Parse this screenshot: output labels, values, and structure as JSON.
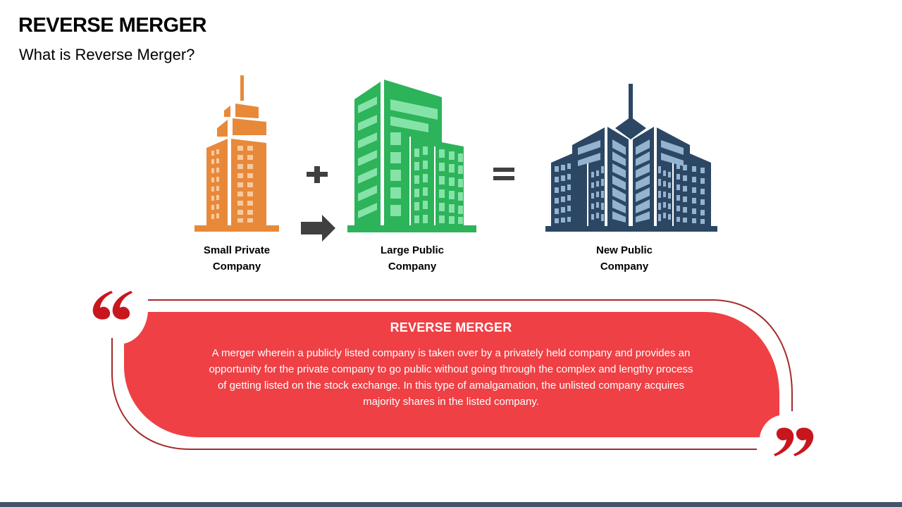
{
  "header": {
    "title": "REVERSE MERGER",
    "subtitle": "What is Reverse Merger?"
  },
  "diagram": {
    "items": [
      {
        "name": "small-private-company",
        "line1": "Small Private",
        "line2": "Company",
        "color": "#e8893a",
        "window_color": "#f6caa0"
      },
      {
        "name": "large-public-company",
        "line1": "Large Public",
        "line2": "Company",
        "color": "#2db35a",
        "window_color": "#86e3a8"
      },
      {
        "name": "new-public-company",
        "line1": "New Public",
        "line2": "Company",
        "color": "#2c4763",
        "window_color": "#94b3d0"
      }
    ],
    "operators": {
      "plus": "plus-icon",
      "equals": "equals-icon",
      "arrow": "arrow-right-icon",
      "color": "#404040"
    }
  },
  "definition": {
    "heading": "REVERSE MERGER",
    "body": "A merger wherein a publicly listed company is taken over by a privately held company and provides an opportunity for the private company to go public without going through the complex and lengthy process of getting listed on the stock exchange. In this type of amalgamation, the unlisted company acquires majority shares in the listed company.",
    "panel_color": "#ef4045",
    "border_color": "#a52a2a",
    "quote_color": "#c8161d"
  },
  "footer": {
    "bar_color": "#44546a"
  }
}
